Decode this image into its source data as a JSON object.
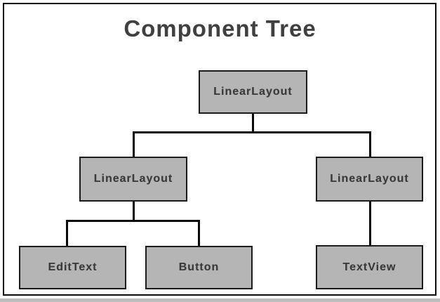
{
  "title": "Component Tree",
  "colors": {
    "box_fill": "#b5b5b5",
    "box_border": "#1c1c1c",
    "text": "#404040",
    "connector_line": "#0a0a0a",
    "frame_border": "#0d0d0d",
    "background": "#ffffff"
  },
  "nodes": {
    "root": {
      "label": "LinearLayout"
    },
    "left_container": {
      "label": "LinearLayout"
    },
    "right_container": {
      "label": "LinearLayout"
    },
    "edit_text": {
      "label": "EditText"
    },
    "button": {
      "label": "Button"
    },
    "text_view": {
      "label": "TextView"
    }
  },
  "tree": {
    "root": "LinearLayout",
    "children": [
      {
        "label": "LinearLayout",
        "children": [
          "EditText",
          "Button"
        ]
      },
      {
        "label": "LinearLayout",
        "children": [
          "TextView"
        ]
      }
    ]
  }
}
